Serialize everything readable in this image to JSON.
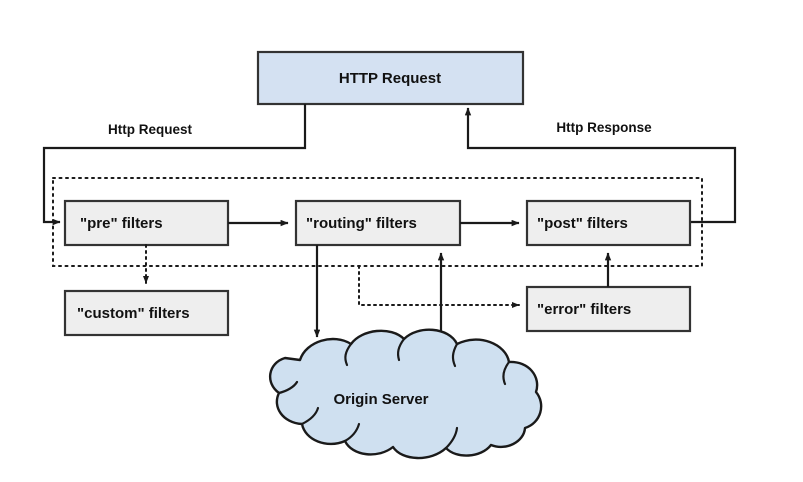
{
  "diagram": {
    "title_node": {
      "label": "HTTP Request",
      "shape": "rectangle",
      "fill": "#d4e1f2"
    },
    "nodes": [
      {
        "id": "pre",
        "label": "\"pre\" filters",
        "shape": "rectangle",
        "fill": "#eeeeee"
      },
      {
        "id": "routing",
        "label": "\"routing\" filters",
        "shape": "rectangle",
        "fill": "#eeeeee"
      },
      {
        "id": "post",
        "label": "\"post\" filters",
        "shape": "rectangle",
        "fill": "#eeeeee"
      },
      {
        "id": "custom",
        "label": "\"custom\" filters",
        "shape": "rectangle",
        "fill": "#eeeeee"
      },
      {
        "id": "error",
        "label": "\"error\" filters",
        "shape": "rectangle",
        "fill": "#eeeeee"
      },
      {
        "id": "origin",
        "label": "Origin Server",
        "shape": "cloud",
        "fill": "#cfe0f0"
      }
    ],
    "edge_labels": [
      {
        "id": "request",
        "label": "Http Request"
      },
      {
        "id": "response",
        "label": "Http Response"
      }
    ],
    "edges": [
      {
        "from": "HTTP Request",
        "to": "\"pre\" filters",
        "style": "solid",
        "label": "Http Request"
      },
      {
        "from": "\"pre\" filters",
        "to": "\"routing\" filters",
        "style": "solid",
        "label": ""
      },
      {
        "from": "\"routing\" filters",
        "to": "\"post\" filters",
        "style": "solid",
        "label": ""
      },
      {
        "from": "\"post\" filters",
        "to": "HTTP Request",
        "style": "solid",
        "label": "Http Response"
      },
      {
        "from": "\"pre\" filters",
        "to": "\"custom\" filters",
        "style": "dotted",
        "label": ""
      },
      {
        "from": "\"routing\" filters",
        "to": "Origin Server",
        "style": "solid",
        "label": ""
      },
      {
        "from": "Origin Server",
        "to": "\"routing\" filters",
        "style": "solid",
        "label": ""
      },
      {
        "from": "filter zone",
        "to": "\"error\" filters",
        "style": "dotted",
        "label": ""
      },
      {
        "from": "\"error\" filters",
        "to": "\"post\" filters",
        "style": "solid",
        "label": ""
      }
    ],
    "zone": {
      "id": "filter-zone",
      "style": "dotted",
      "label": ""
    },
    "colors": {
      "accent_blue": "#d4e1f2",
      "cloud_blue": "#cfe0f0",
      "node_gray": "#eeeeee",
      "stroke": "#1a1a1a"
    }
  }
}
